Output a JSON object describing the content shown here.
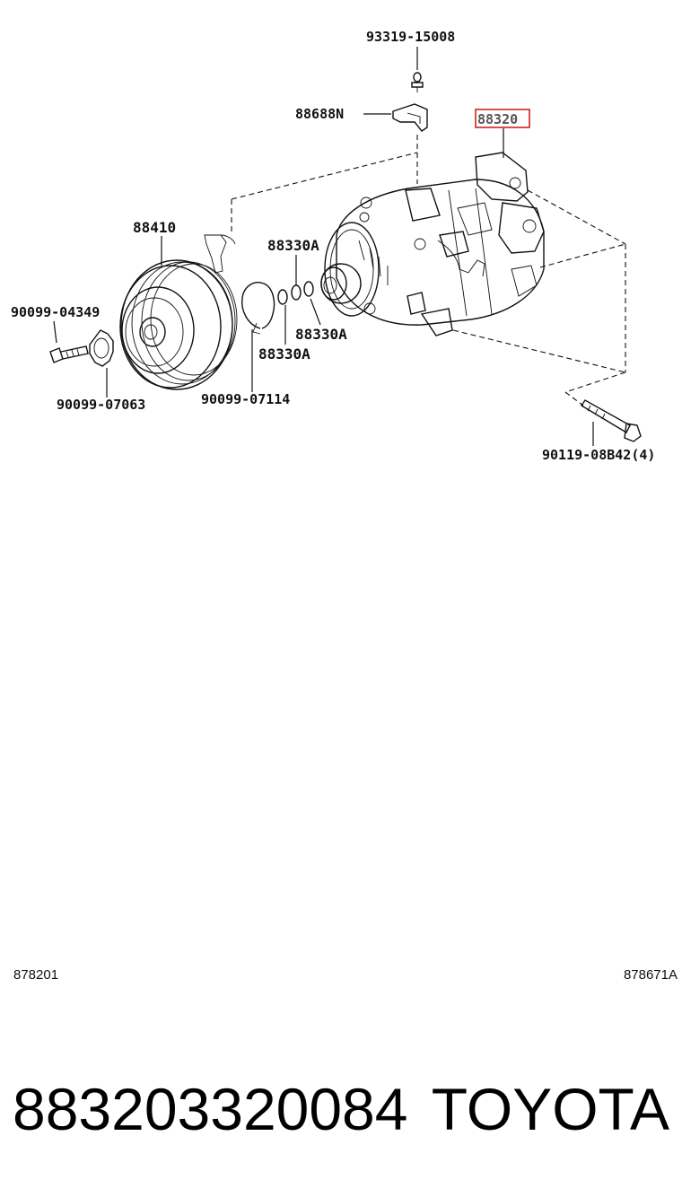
{
  "callouts": {
    "c1": "93319-15008",
    "c2": "88688N",
    "c3": "88320",
    "c4": "88410",
    "c5": "88330A",
    "c6": "88330A",
    "c7": "88330A",
    "c8": "90099-04349",
    "c9": "90099-07063",
    "c10": "90099-07114",
    "c11": "90119-08B42(4)"
  },
  "highlight_color": "#cc2222",
  "refs": {
    "left": "878201",
    "right": "878671A"
  },
  "footer": {
    "part_number": "883203320084",
    "brand": "TOYOTA"
  }
}
